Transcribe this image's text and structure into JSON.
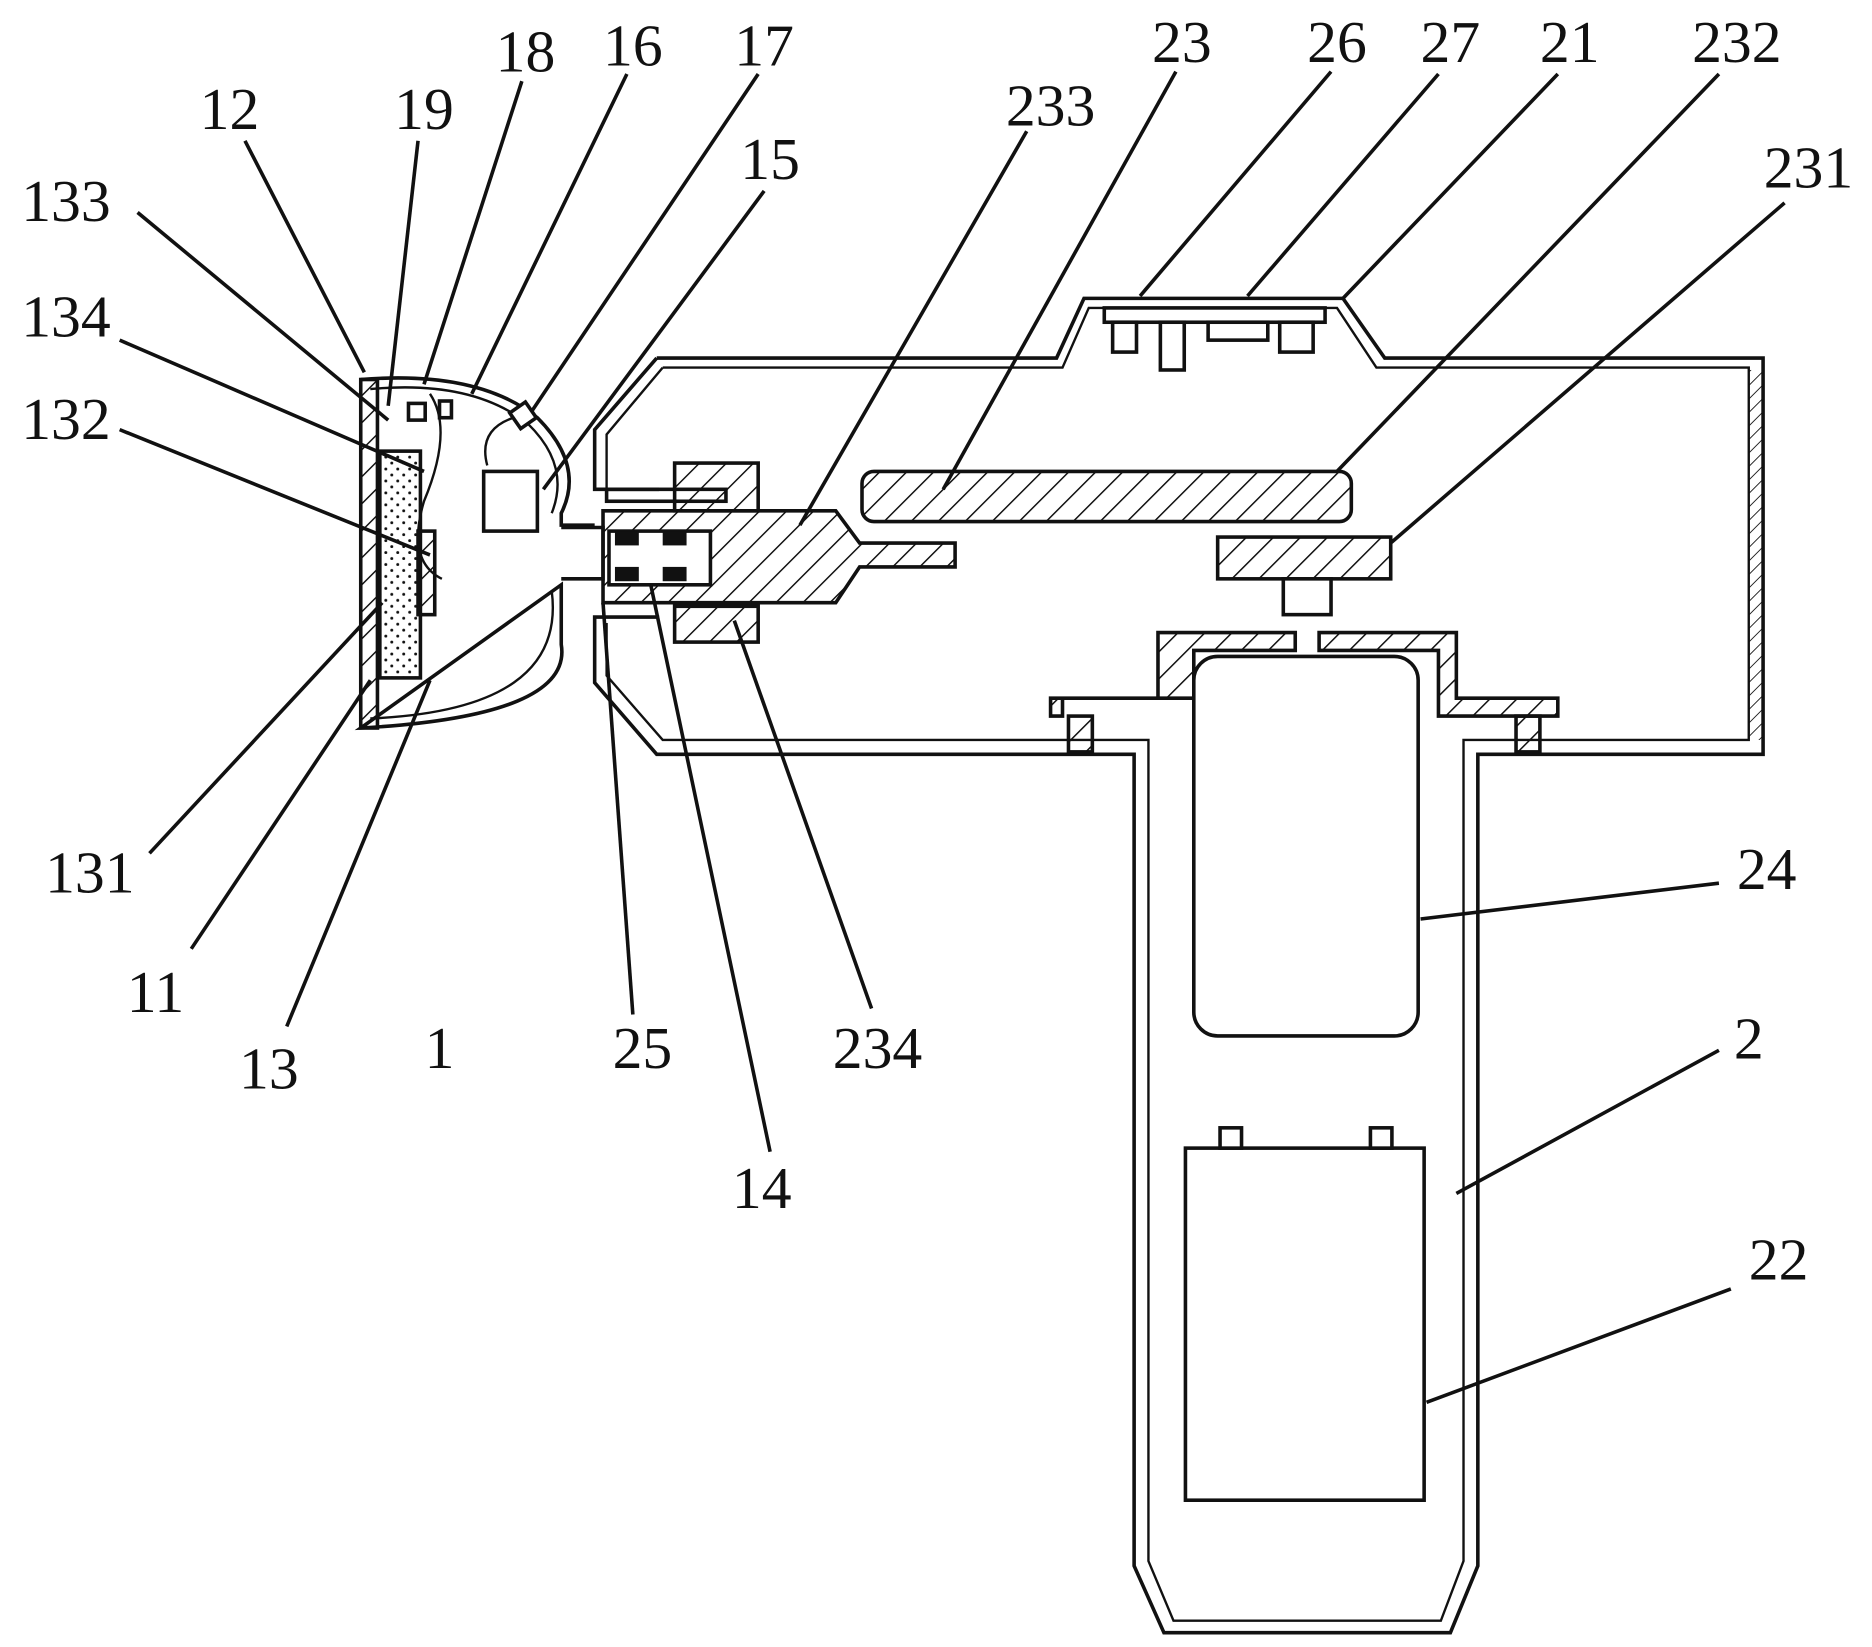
{
  "figure": {
    "labels": [
      "12",
      "19",
      "18",
      "16",
      "17",
      "15",
      "133",
      "134",
      "132",
      "131",
      "11",
      "13",
      "1",
      "25",
      "14",
      "234",
      "233",
      "23",
      "26",
      "27",
      "21",
      "232",
      "231",
      "24",
      "2",
      "22"
    ]
  }
}
